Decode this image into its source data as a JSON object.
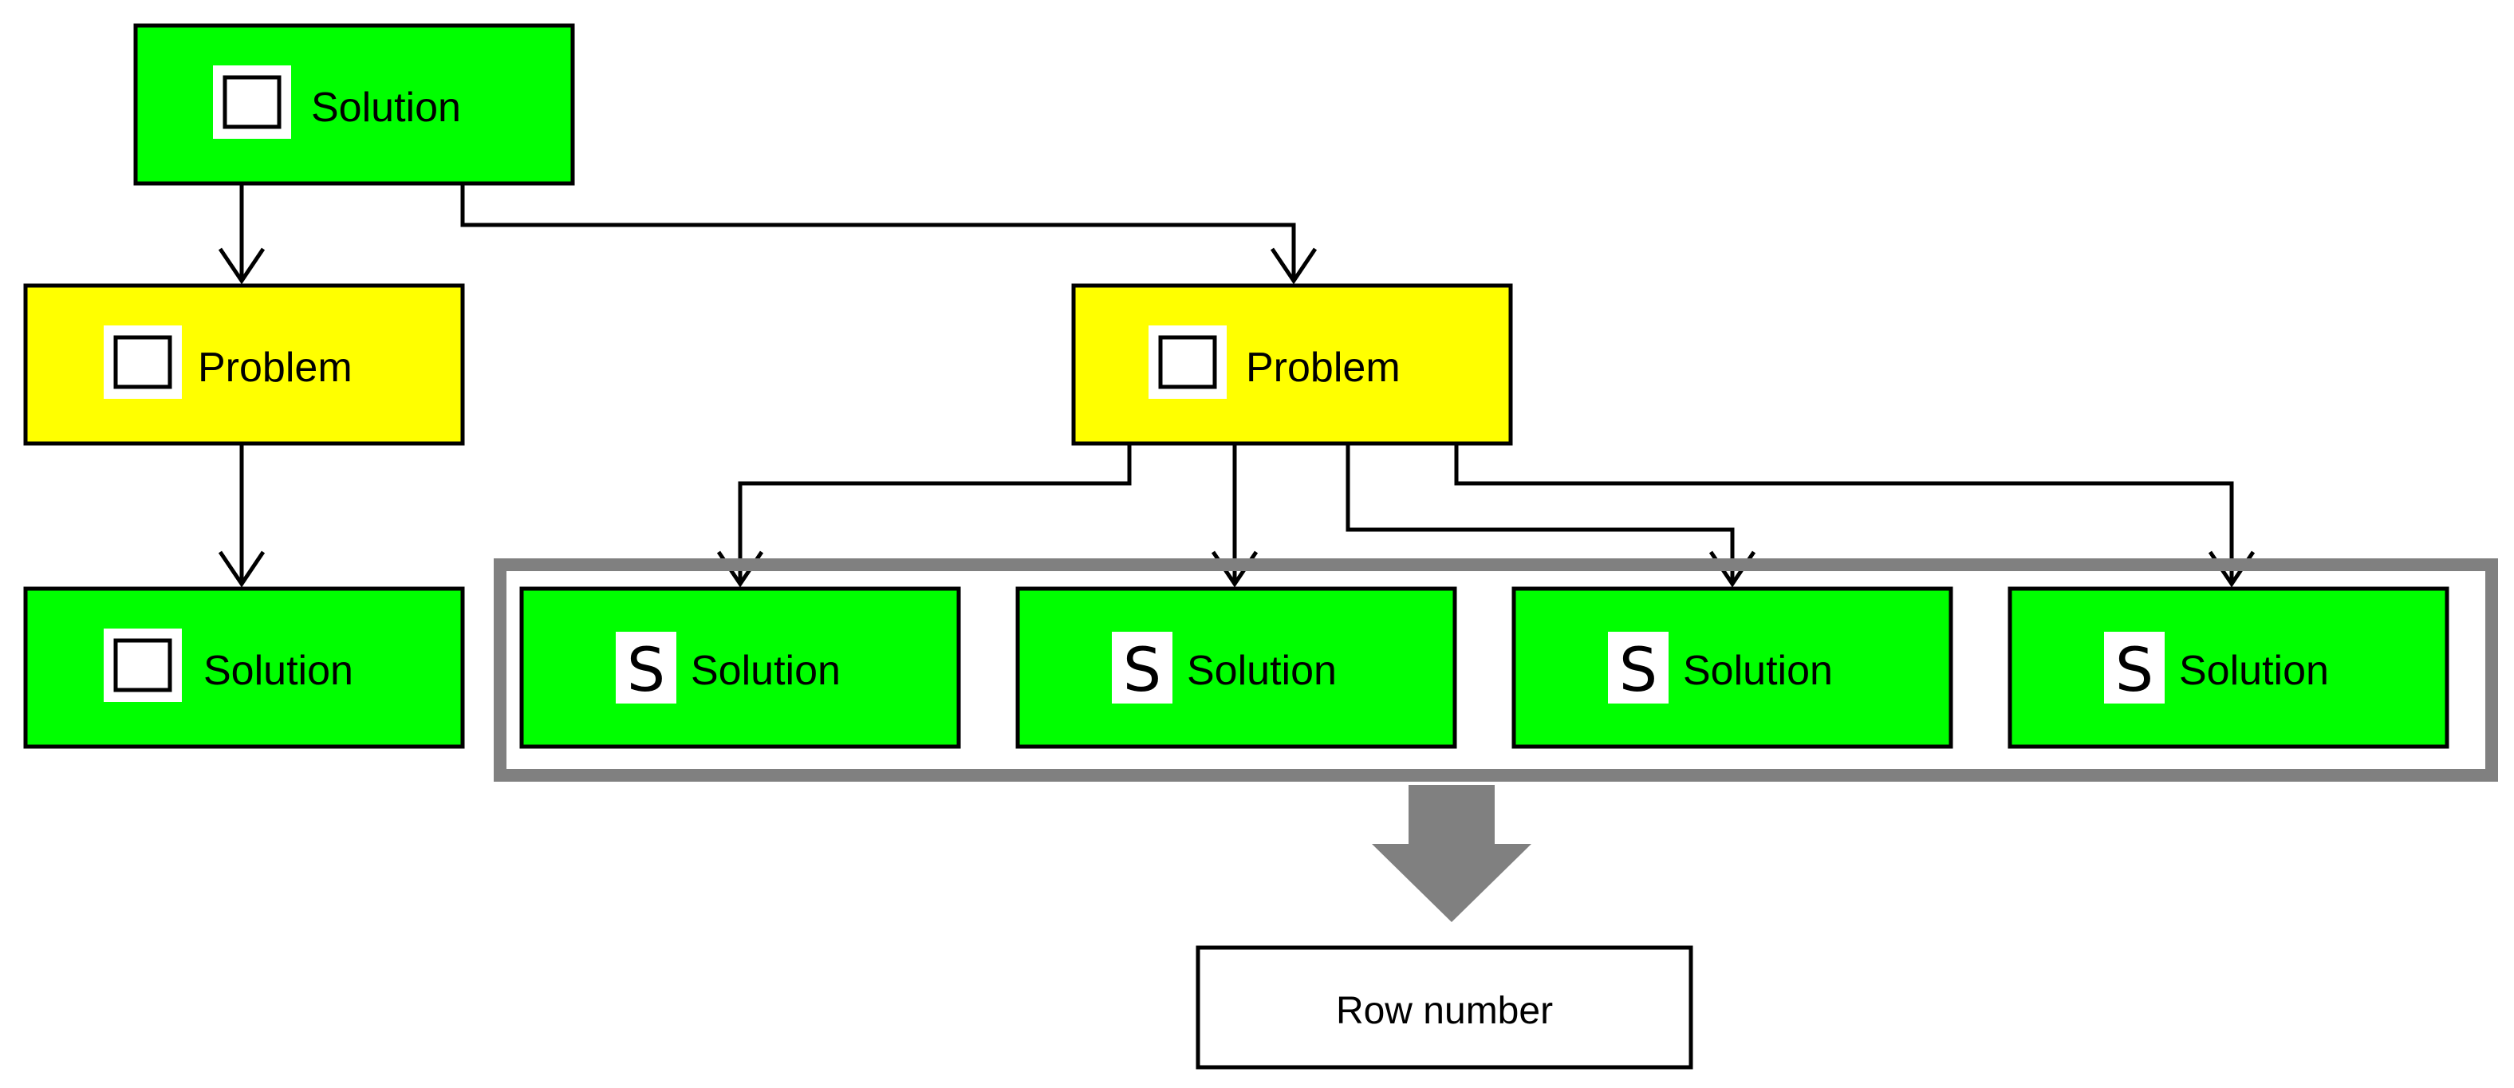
{
  "colors": {
    "solution_fill": "#00ff00",
    "problem_fill": "#ffff00",
    "outline": "#000000",
    "group_outline": "#808080",
    "group_arrow": "#808080",
    "output_fill": "#ffffff"
  },
  "nodes": {
    "root_solution": {
      "label": "Solution",
      "marker": "square-icon"
    },
    "left_problem": {
      "label": "Problem",
      "marker": "square-icon"
    },
    "left_solution": {
      "label": "Solution",
      "marker": "square-icon"
    },
    "right_problem": {
      "label": "Problem",
      "marker": "square-icon"
    },
    "group_solutions": [
      {
        "label": "Solution",
        "marker_text": "S"
      },
      {
        "label": "Solution",
        "marker_text": "S"
      },
      {
        "label": "Solution",
        "marker_text": "S"
      },
      {
        "label": "Solution",
        "marker_text": "S"
      }
    ]
  },
  "output": {
    "label": "Row number"
  }
}
